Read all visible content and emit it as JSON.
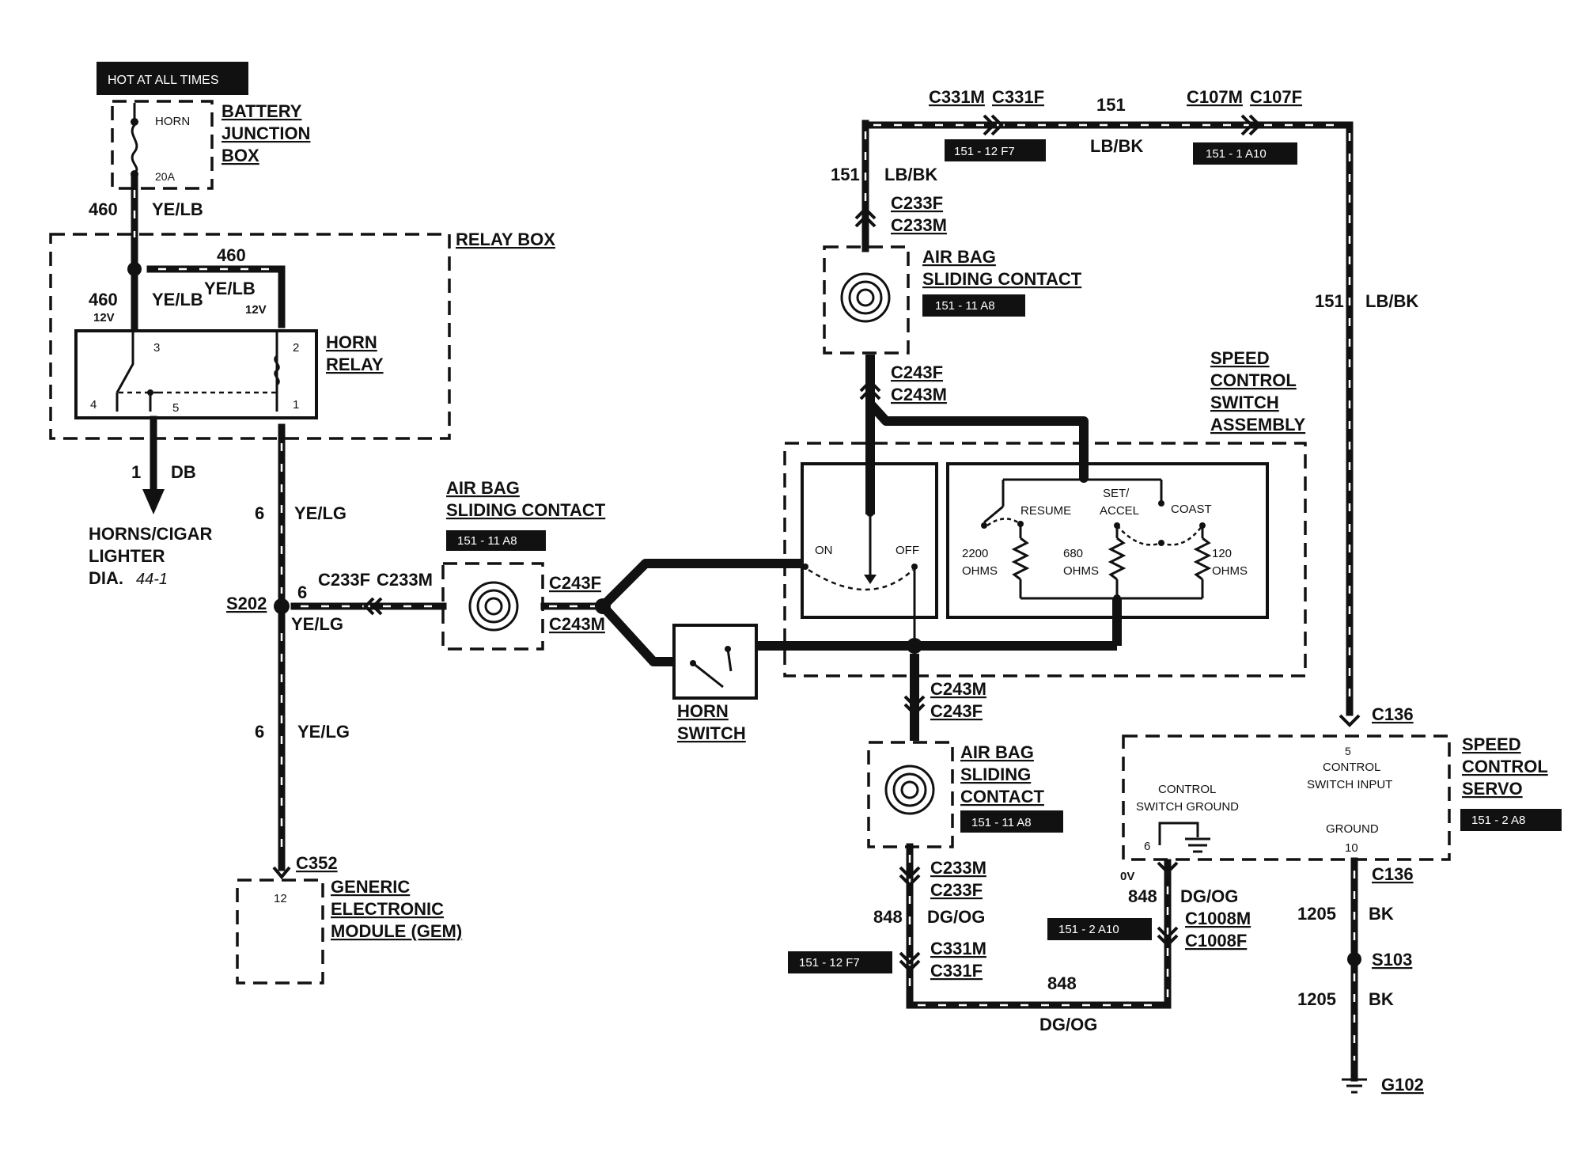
{
  "hot_tag": "HOT AT ALL TIMES",
  "battery_junction_box": {
    "line1": "BATTERY",
    "line2": "JUNCTION",
    "line3": "BOX",
    "fuse_name": "HORN",
    "fuse_rating": "20A"
  },
  "relay_box": {
    "label": "RELAY BOX",
    "relay_line1": "HORN",
    "relay_line2": "RELAY",
    "pin3": "3",
    "pin2": "2",
    "pin4": "4",
    "pin5": "5",
    "pin1": "1",
    "volt_left": "12V",
    "volt_right": "12V"
  },
  "wires": {
    "w460": "460",
    "ye_lb": "YE/LB",
    "w1": "1",
    "db": "DB",
    "w6": "6",
    "ye_lg": "YE/LG",
    "w151": "151",
    "lb_bk": "LB/BK",
    "w848": "848",
    "dg_og": "DG/OG",
    "w1205": "1205",
    "bk": "BK"
  },
  "horns": {
    "line1": "HORNS/CIGAR",
    "line2": "LIGHTER",
    "line3": "DIA.",
    "ref": "44-1"
  },
  "splices": {
    "s202": "S202",
    "s103": "S103",
    "g102": "G102"
  },
  "gem": {
    "line1": "GENERIC",
    "line2": "ELECTRONIC",
    "line3": "MODULE (GEM)",
    "connector": "C352",
    "pin": "12"
  },
  "connectors": {
    "c233f": "C233F",
    "c233m": "C233M",
    "c243f": "C243F",
    "c243m": "C243M",
    "c331m": "C331M",
    "c331f": "C331F",
    "c107m": "C107M",
    "c107f": "C107F",
    "c136": "C136",
    "c1008m": "C1008M",
    "c1008f": "C1008F"
  },
  "airbag_contact": {
    "line1": "AIR BAG",
    "line2": "SLIDING CONTACT",
    "line_a": "AIR BAG",
    "line_b": "SLIDING",
    "line_c": "CONTACT"
  },
  "tags": {
    "t_151_11_a8": "151 - 11  A8",
    "t_151_12_f7": "151 - 12  F7",
    "t_151_1_a10": "151 - 1  A10",
    "t_151_2_a10": "151 - 2  A10",
    "t_151_2_a8": "151 - 2  A8"
  },
  "horn_switch": {
    "line1": "HORN",
    "line2": "SWITCH"
  },
  "speed_switch": {
    "line1": "SPEED",
    "line2": "CONTROL",
    "line3": "SWITCH",
    "line4": "ASSEMBLY",
    "on": "ON",
    "off": "OFF",
    "resume": "RESUME",
    "set1": "SET/",
    "set2": "ACCEL",
    "coast": "COAST",
    "r1a": "2200",
    "r1b": "OHMS",
    "r2a": "680",
    "r2b": "OHMS",
    "r3a": "120",
    "r3b": "OHMS"
  },
  "servo": {
    "line1": "SPEED",
    "line2": "CONTROL",
    "line3": "SERVO",
    "pin5": "5",
    "csi1": "CONTROL",
    "csi2": "SWITCH INPUT",
    "csg1": "CONTROL",
    "csg2": "SWITCH GROUND",
    "pin6": "6",
    "gnd": "GROUND",
    "pin10": "10",
    "ov": "0V"
  }
}
